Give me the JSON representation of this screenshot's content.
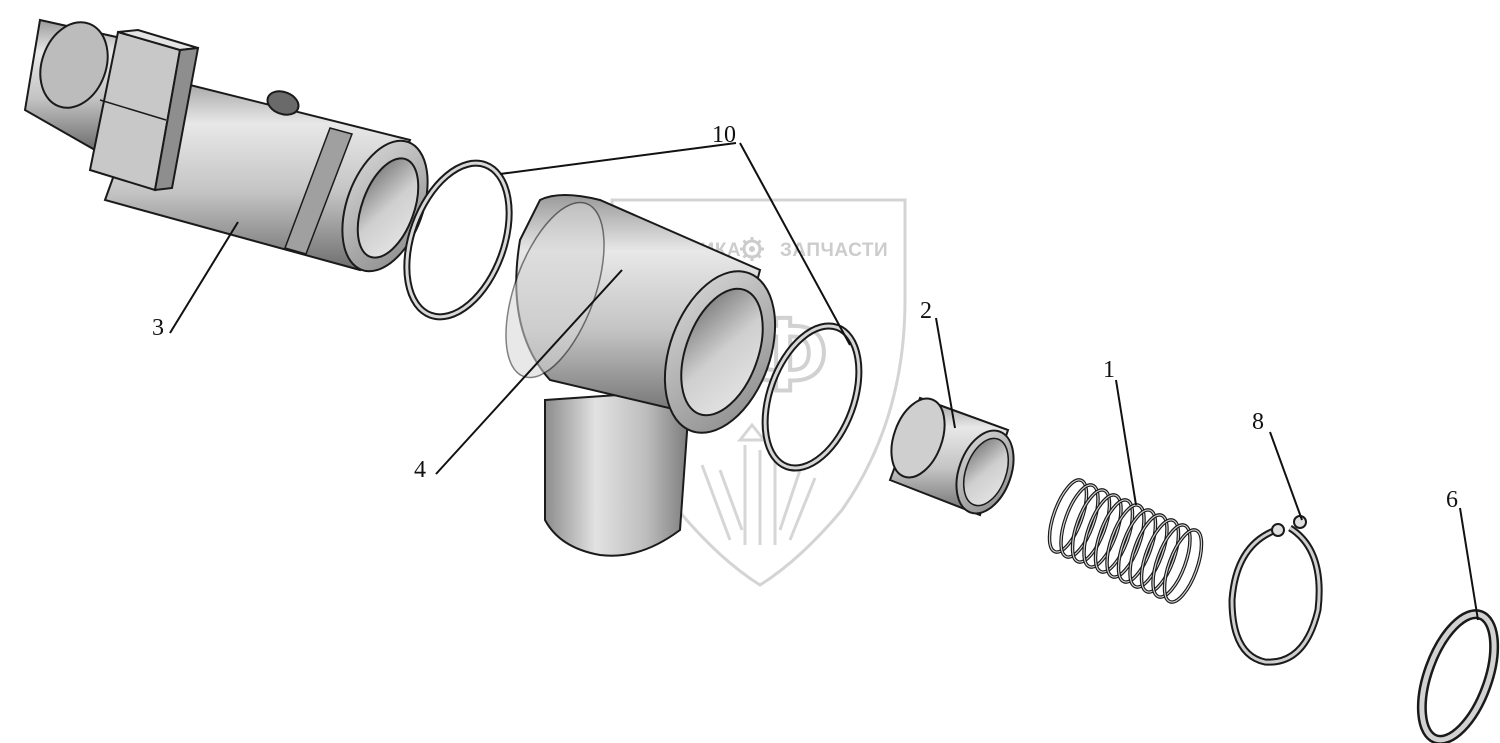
{
  "watermark": {
    "left_word": "ТЕХНИКА",
    "right_word": "ЗАПЧАСТИ",
    "logo_letters": "ЭПФ"
  },
  "callouts": {
    "part_1": "1",
    "part_2": "2",
    "part_3": "3",
    "part_4": "4",
    "part_6": "6",
    "part_8": "8",
    "part_10": "10"
  },
  "colors": {
    "background": "#ffffff",
    "part_light": "#e6e6e6",
    "part_mid": "#b8b8b8",
    "part_dark": "#7a7a7a",
    "outline": "#1a1a1a",
    "watermark": "#c8c8c8"
  }
}
